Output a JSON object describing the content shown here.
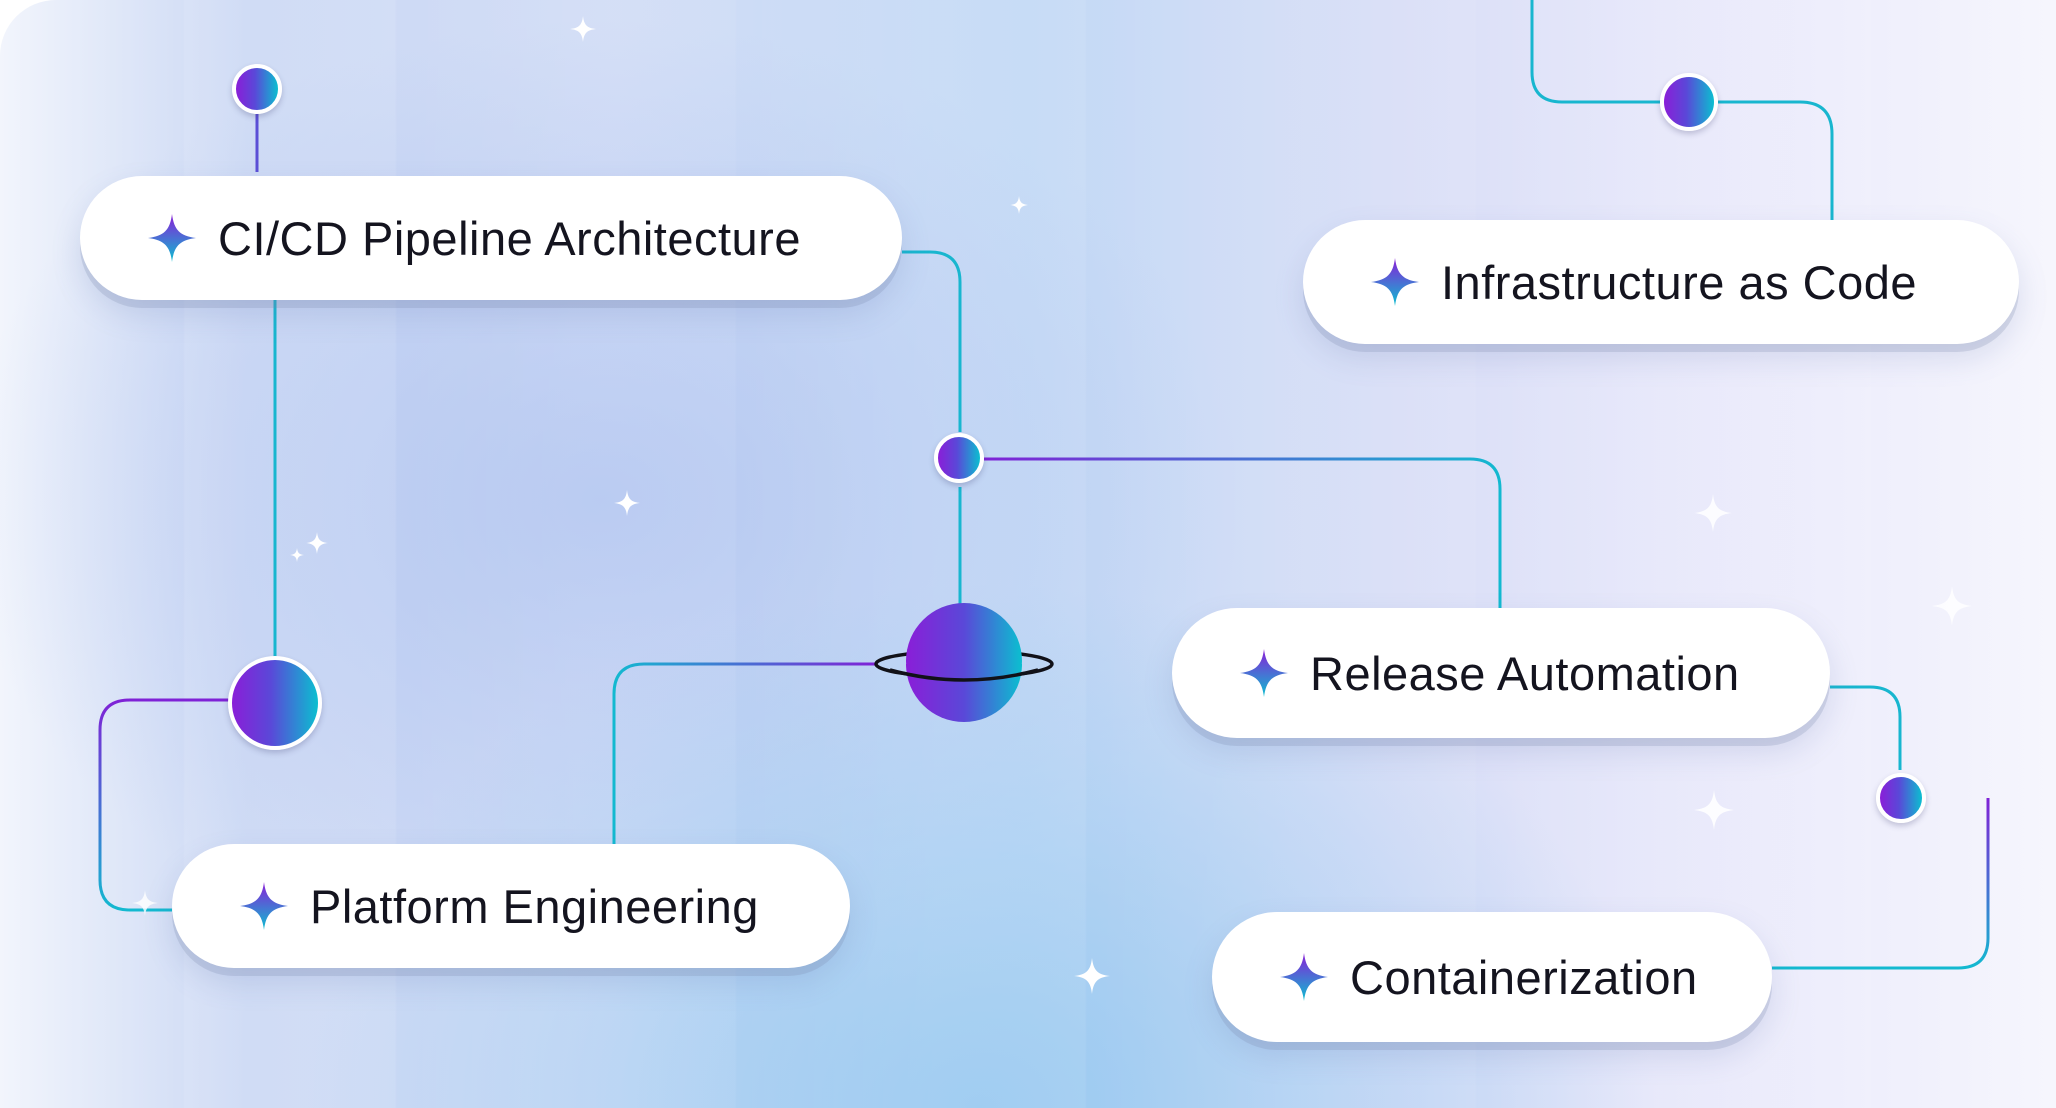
{
  "diagram": {
    "nodes": [
      {
        "id": "cicd",
        "label": "CI/CD Pipeline Architecture",
        "icon": "sparkle-icon"
      },
      {
        "id": "iac",
        "label": "Infrastructure as Code",
        "icon": "sparkle-icon"
      },
      {
        "id": "release",
        "label": "Release Automation",
        "icon": "sparkle-icon"
      },
      {
        "id": "platform",
        "label": "Platform Engineering",
        "icon": "sparkle-icon"
      },
      {
        "id": "container",
        "label": "Containerization",
        "icon": "sparkle-icon"
      }
    ],
    "edges": [
      {
        "from": "cicd",
        "to": "platform"
      },
      {
        "from": "cicd",
        "to": "release"
      },
      {
        "from": "platform",
        "to": "planet-hub"
      },
      {
        "from": "release",
        "to": "container"
      }
    ],
    "hub_icon": "planet-icon",
    "colors": {
      "purple": "#8a1ed8",
      "cyan": "#0bbfd0",
      "wire": "#18b6cf",
      "text": "#14141f"
    }
  }
}
